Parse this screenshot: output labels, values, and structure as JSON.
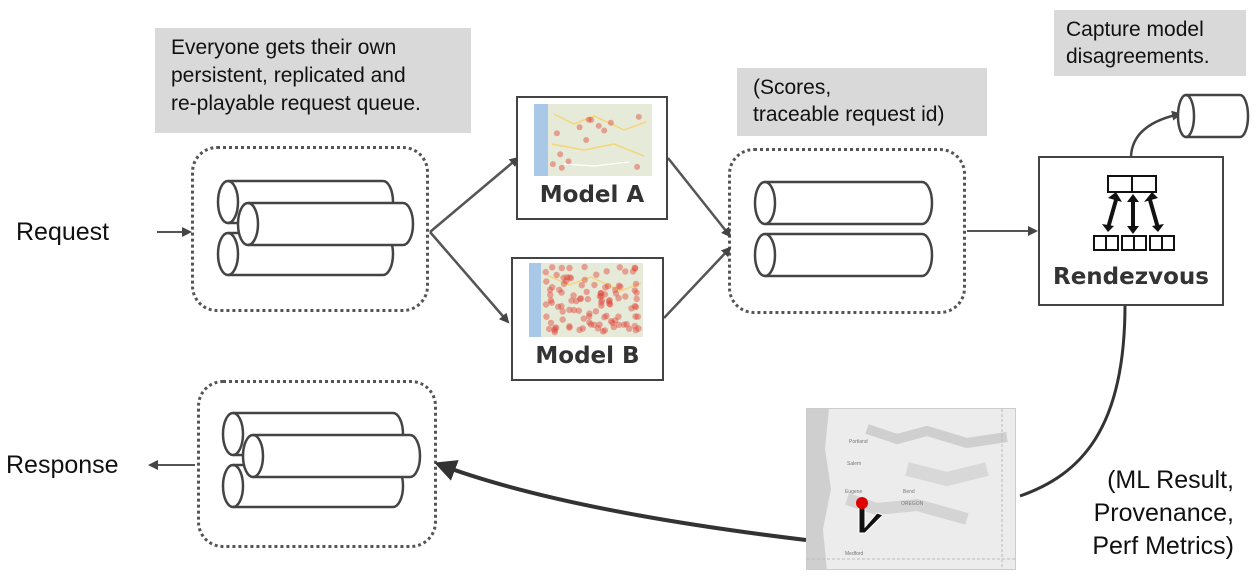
{
  "request_label": "Request",
  "response_label": "Response",
  "callout_queue": [
    "Everyone gets their own",
    "persistent, replicated and",
    "re-playable request queue."
  ],
  "callout_scores": [
    "(Scores,",
    "traceable request id)"
  ],
  "callout_capture": [
    "Capture model",
    "disagreements."
  ],
  "model_a": {
    "title": "Model A"
  },
  "model_b": {
    "title": "Model B"
  },
  "rendezvous": {
    "title": "Rendezvous"
  },
  "result_label": [
    "(ML Result,",
    "Provenance,",
    "Perf Metrics)"
  ],
  "map_labels": {
    "portland": "Portland",
    "salem": "Salem",
    "eugene": "Eugene",
    "bend": "Bend",
    "oregon": "OREGON",
    "medford": "Medford"
  },
  "colors": {
    "callout_bg": "#d9d9d9",
    "stroke": "#444444",
    "dot_red": "#e0443a",
    "pin_red": "#e00000"
  }
}
